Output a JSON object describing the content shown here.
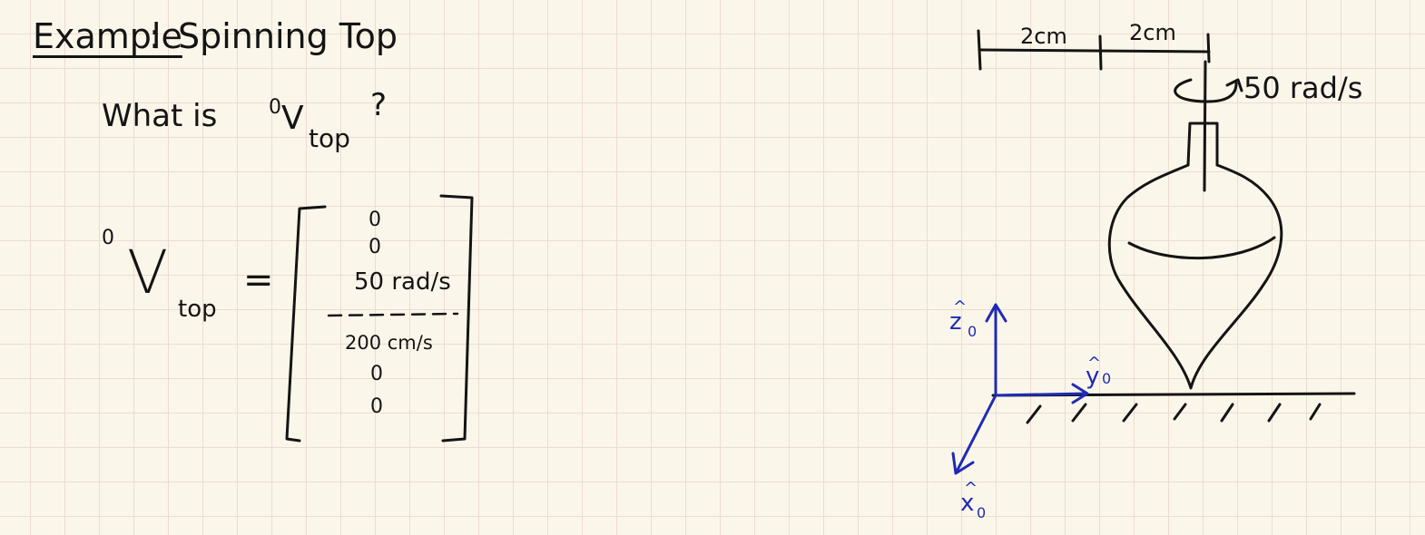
{
  "title": {
    "label": "Example",
    "colon": ":",
    "text": "Spinning Top"
  },
  "question": {
    "prefix": "What is",
    "frame_superscript": "0",
    "symbol": "V",
    "subscript": "top",
    "suffix": "?"
  },
  "equation": {
    "frame_superscript": "0",
    "symbol": "V",
    "subscript": "top",
    "equals": "=",
    "vector": [
      "0",
      "0",
      "50 rad/s",
      "200 cm/s",
      "0",
      "0"
    ]
  },
  "diagram": {
    "dim_left": "2cm",
    "dim_right": "2cm",
    "angular_speed": "50 rad/s",
    "axis_z": {
      "hat": "^",
      "letter": "z",
      "sub": "0"
    },
    "axis_y": {
      "hat": "^",
      "letter": "y",
      "sub": "0"
    },
    "axis_x": {
      "hat": "^",
      "letter": "x",
      "sub": "0"
    },
    "colors": {
      "ink": "#141414",
      "axes": "#1f2bb3",
      "paper": "#fbf6ea",
      "grid": "#ecdcd0"
    }
  }
}
